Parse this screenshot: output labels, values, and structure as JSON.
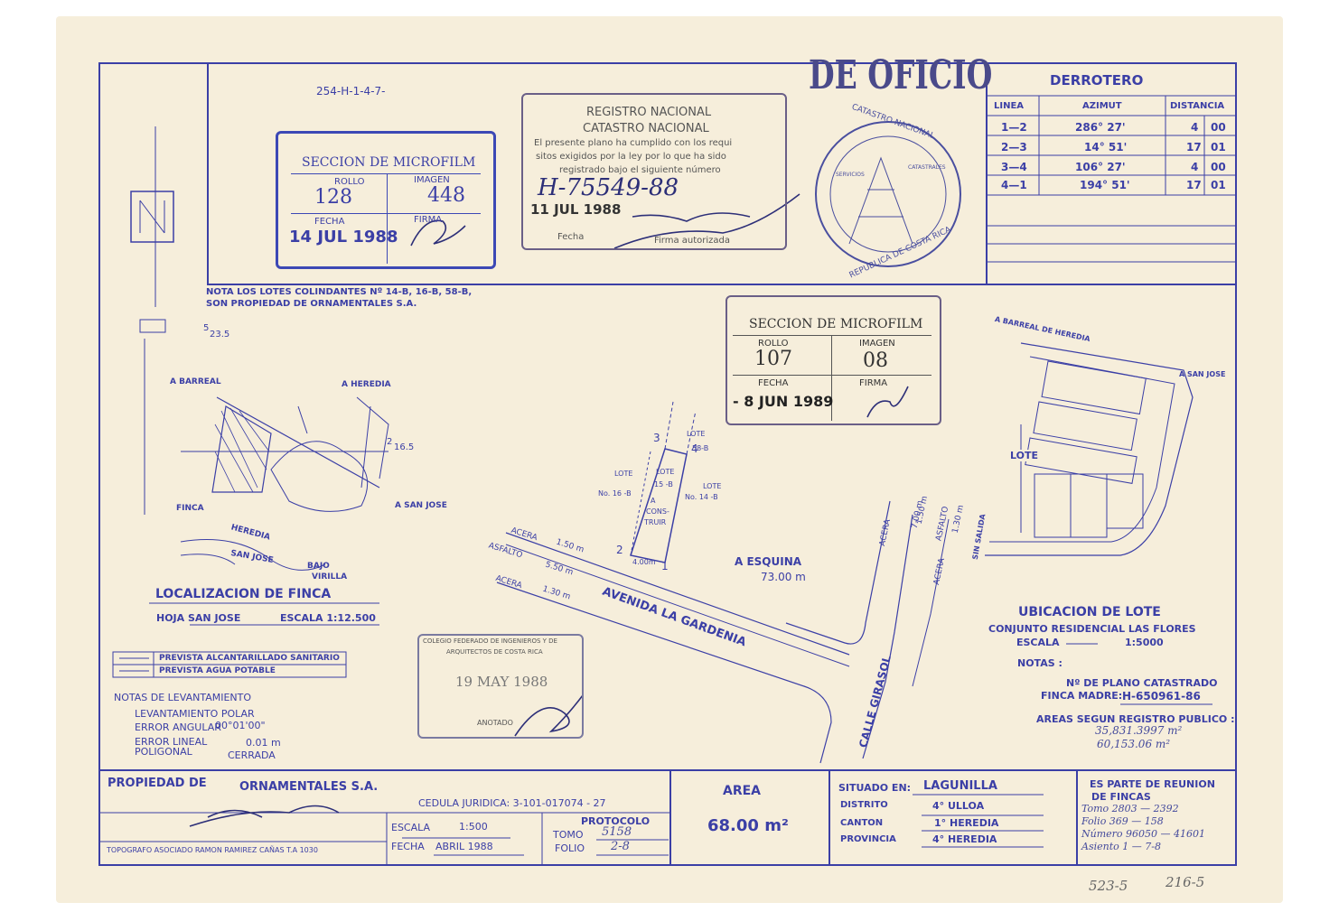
{
  "file_ref": "254-H-1-4-7-",
  "stamp_oficio": "DE OFICIO",
  "microfilm1": {
    "title": "SECCION DE MICROFILM",
    "rollo_label": "ROLLO",
    "rollo": "128",
    "imagen_label": "IMAGEN",
    "imagen": "448",
    "fecha_label": "FECHA",
    "fecha": "14 JUL 1988",
    "firma_label": "FIRMA"
  },
  "registro": {
    "line1": "REGISTRO NACIONAL",
    "line2": "CATASTRO NACIONAL",
    "text1": "El presente plano ha cumplido con los requi",
    "text2": "sitos exigidos por la ley por lo que ha sido",
    "text3": "registrado bajo el siguiente número",
    "numero": "H-75549-88",
    "fecha": "11 JUL 1988",
    "fecha_label": "Fecha",
    "firma_label": "Firma autorizada"
  },
  "seal": {
    "top": "CATASTRO NACIONAL",
    "bottom": "REPUBLICA DE COSTA RICA",
    "left": "SERVICIOS",
    "right": "CATASTRALES"
  },
  "derrotero": {
    "title": "DERROTERO",
    "headers": [
      "LINEA",
      "AZIMUT",
      "DISTANCIA"
    ],
    "rows": [
      {
        "linea": "1—2",
        "azimut": "286° 27'",
        "dist_a": "4",
        "dist_b": "00"
      },
      {
        "linea": "2—3",
        "azimut": "14° 51'",
        "dist_a": "17",
        "dist_b": "01"
      },
      {
        "linea": "3—4",
        "azimut": "106° 27'",
        "dist_a": "4",
        "dist_b": "00"
      },
      {
        "linea": "4—1",
        "azimut": "194° 51'",
        "dist_a": "17",
        "dist_b": "01"
      }
    ]
  },
  "nota_lotes": {
    "line1": "NOTA LOS LOTES COLINDANTES Nº 14-B, 16-B, 58-B,",
    "line2": "SON PROPIEDAD DE ORNAMENTALES S.A."
  },
  "microfilm2": {
    "title": "SECCION DE MICROFILM",
    "rollo_label": "ROLLO",
    "rollo": "107",
    "imagen_label": "IMAGEN",
    "imagen": "08",
    "fecha_label": "FECHA",
    "fecha": "- 8 JUN 1989",
    "firma_label": "FIRMA"
  },
  "localizacion": {
    "coord1": "23.5",
    "coord1_pre": "5",
    "coord2": "16.5",
    "coord2_pre": "2",
    "a_barreal": "A BARREAL",
    "a_heredia": "A HEREDIA",
    "a_san_jose": "A SAN JOSE",
    "finca": "FINCA",
    "heredia": "HEREDIA",
    "san_jose": "SAN JOSE",
    "bajo": "BAJO",
    "virilla": "VIRILLA",
    "title": "LOCALIZACION DE FINCA",
    "hoja": "HOJA SAN JOSE",
    "escala": "ESCALA 1:12.500"
  },
  "legend": {
    "item1": "PREVISTA ALCANTARILLADO SANITARIO",
    "item2": "PREVISTA AGUA POTABLE"
  },
  "notas_lev": {
    "title": "NOTAS DE LEVANTAMIENTO",
    "l1": "LEVANTAMIENTO POLAR",
    "l2": "ERROR ANGULAR",
    "l2v": "00°01'00\"",
    "l3": "ERROR LINEAL",
    "l3v": "0.01 m",
    "l4": "POLIGONAL",
    "l4v": "CERRADA"
  },
  "plan": {
    "lote58": "LOTE",
    "lote58b": "58-B",
    "p3": "3",
    "p4": "4",
    "p2": "2",
    "p1": "1",
    "lote16": "LOTE",
    "lote16b": "No. 16 -B",
    "lote15": "LOTE",
    "lote15b": "15 -B",
    "lote14": "LOTE",
    "lote14b": "No. 14 -B",
    "aconstruir": [
      "A",
      "CONS-",
      "TRUIR"
    ],
    "dist400": "4.00m",
    "acera1": "ACERA",
    "acera1v": "1.50 m",
    "asfalto": "ASFALTO",
    "asfaltov": "5.50 m",
    "acera2": "ACERA",
    "acera2v": "1.30 m",
    "avenida": "AVENIDA LA GARDENIA",
    "esquina": "A ESQUINA",
    "esquinav": "73.00 m",
    "calle": "CALLE GIRASOL",
    "acera3": "ACERA",
    "acera3v": "1.50 m",
    "asfalto2": "ASFALTO",
    "asfalto2v": "7.00 m",
    "acera4": "ACERA",
    "acera4v": "1.30 m"
  },
  "colegio": {
    "line1": "COLEGIO FEDERADO DE INGENIEROS Y DE",
    "line2": "ARQUITECTOS DE COSTA RICA",
    "fecha": "19 MAY 1988",
    "anotado": "ANOTADO"
  },
  "ubicacion": {
    "a_barreal": "A BARREAL DE HEREDIA",
    "a_san_jose": "A SAN JOSE",
    "sin_salida": "SIN SALIDA",
    "lote": "LOTE",
    "title": "UBICACION DE LOTE",
    "sub": "CONJUNTO RESIDENCIAL LAS FLORES",
    "escala": "ESCALA",
    "escalav": "1:5000",
    "notas": "NOTAS :",
    "plano": "Nº DE PLANO CATASTRADO",
    "finca_madre": "FINCA MADRE:",
    "finca_madre_v": "H-650961-86",
    "areas": "AREAS SEGUN REGISTRO PUBLICO :",
    "area1": "35,831.3997 m²",
    "area2": "60,153.06 m²"
  },
  "footer": {
    "propiedad_label": "PROPIEDAD DE",
    "propiedad": "ORNAMENTALES S.A.",
    "cedula": "CEDULA JURIDICA: 3-101-017074 - 27",
    "topografo": "TOPOGRAFO ASOCIADO RAMON RAMIREZ CAÑAS T.A 1030",
    "escala_label": "ESCALA",
    "escala": "1:500",
    "fecha_label": "FECHA",
    "fecha": "ABRIL 1988",
    "protocolo": "PROTOCOLO",
    "tomo_label": "TOMO",
    "tomo": "5158",
    "folio_label": "FOLIO",
    "folio": "2-8",
    "area_label": "AREA",
    "area": "68.00 m²",
    "situado_label": "SITUADO EN:",
    "situado": "LAGUNILLA",
    "distrito_label": "DISTRITO",
    "distrito": "4° ULLOA",
    "canton_label": "CANTON",
    "canton": "1° HEREDIA",
    "provincia_label": "PROVINCIA",
    "provincia": "4° HEREDIA",
    "reunion1": "ES PARTE DE REUNION",
    "reunion2": "DE FINCAS",
    "tomo_h": "Tomo 2803 — 2392",
    "folio_h": "Folio 369 — 158",
    "numero_h": "Número 96050 — 41601",
    "asiento_h": "Asiento 1 — 7-8"
  },
  "bottom_ref": {
    "a": "523-5",
    "b": "216-5"
  }
}
